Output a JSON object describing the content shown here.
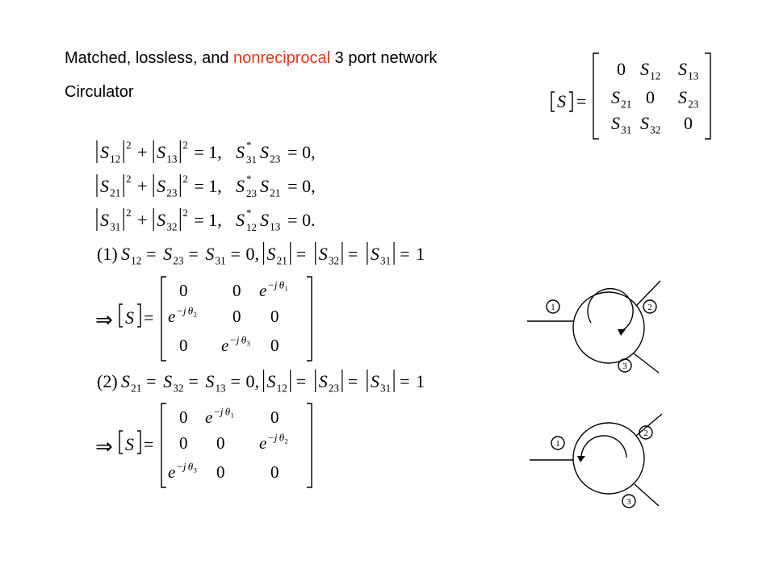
{
  "header": {
    "title_part1": "Matched, lossless, and ",
    "title_highlight": "nonreciprocal",
    "title_part2": " 3 port network",
    "subtitle": "Circulator",
    "highlight_color": "#e8361e"
  },
  "matrix_S": {
    "lhs": "S",
    "rows": [
      [
        "0",
        "S12",
        "S13"
      ],
      [
        "S21",
        "0",
        "S23"
      ],
      [
        "S31",
        "S32",
        "0"
      ]
    ]
  },
  "conditions": [
    {
      "a": "S12",
      "b": "S13",
      "c1": "S31",
      "c2": "S23"
    },
    {
      "a": "S21",
      "b": "S23",
      "c1": "S23",
      "c2": "S21"
    },
    {
      "a": "S31",
      "b": "S32",
      "c1": "S12",
      "c2": "S13"
    }
  ],
  "cases": [
    {
      "label": "(1)",
      "zeros": [
        "S12",
        "S23",
        "S31"
      ],
      "ones": [
        "S21",
        "S32",
        "S31"
      ],
      "matrix": [
        [
          "0",
          "0",
          "e^-jθ1"
        ],
        [
          "e^-jθ2",
          "0",
          "0"
        ],
        [
          "0",
          "e^-jθ3",
          "0"
        ]
      ],
      "rotation": "clockwise"
    },
    {
      "label": "(2)",
      "zeros": [
        "S21",
        "S32",
        "S13"
      ],
      "ones": [
        "S12",
        "S23",
        "S31"
      ],
      "matrix": [
        [
          "0",
          "e^-jθ1",
          "0"
        ],
        [
          "0",
          "0",
          "e^-jθ2"
        ],
        [
          "e^-jθ3",
          "0",
          "0"
        ]
      ],
      "rotation": "counterclockwise"
    }
  ],
  "figure": {
    "port_labels": [
      "1",
      "2",
      "3"
    ],
    "circle_icon": "circulator-circle-icon",
    "arrow_icon": "rotation-arrow-icon"
  }
}
